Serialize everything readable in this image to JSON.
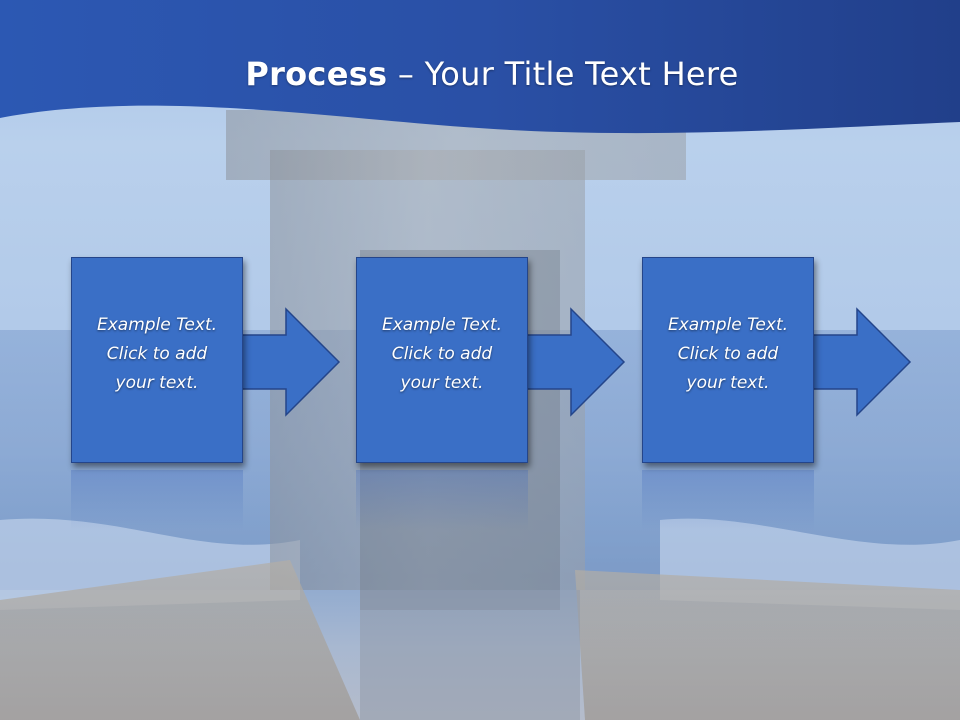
{
  "title": {
    "bold": "Process",
    "rest": " – Your Title Text Here"
  },
  "steps": [
    {
      "text": "Example Text.\nClick  to add\nyour text."
    },
    {
      "text": "Example Text.\nClick  to add\nyour text."
    },
    {
      "text": "Example Text.\nClick  to add\nyour text."
    }
  ],
  "colors": {
    "header": "#2f5db8",
    "box": "#3a6fc6",
    "arrow": "#3a6fc6",
    "border": "#24458a"
  }
}
